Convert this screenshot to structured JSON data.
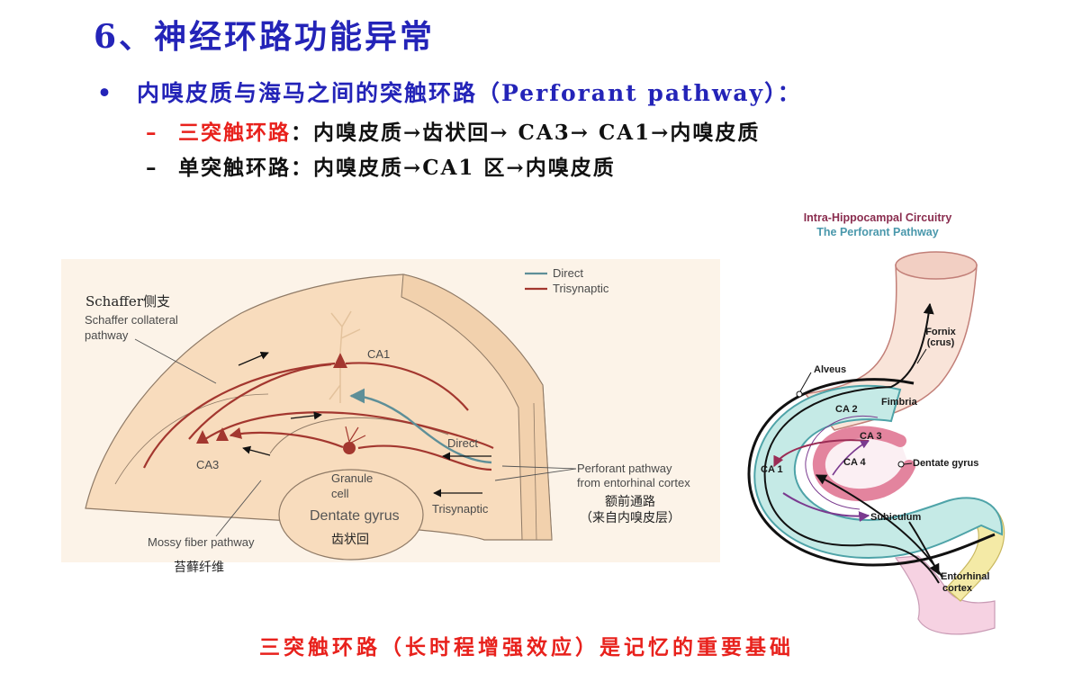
{
  "slide": {
    "title": "6、神经环路功能异常",
    "bullet": {
      "marker": "•",
      "text": "内嗅皮质与海马之间的突触环路（Perforant pathway）："
    },
    "sub_items": [
      {
        "marker": "–",
        "highlight": "三突触环路",
        "text": "：内嗅皮质→齿状回→ CA3→ CA1→内嗅皮质"
      },
      {
        "marker": "–",
        "text": "单突触环路：内嗅皮质→CA1 区→内嗅皮质"
      }
    ],
    "footer": "三突触环路（长时程增强效应）是记忆的重要基础"
  },
  "left_diagram": {
    "legend": [
      {
        "label": "Direct"
      },
      {
        "label": "Trisynaptic"
      }
    ],
    "labels": {
      "schaffer_cn": "Schaffer侧支",
      "schaffer_en_line1": "Schaffer collateral",
      "schaffer_en_line2": "pathway",
      "ca1": "CA1",
      "ca3": "CA3",
      "granule_line1": "Granule",
      "granule_line2": "cell",
      "dentate_gyrus": "Dentate gyrus",
      "dentate_gyrus_cn": "齿状回",
      "direct": "Direct",
      "trisynaptic": "Trisynaptic",
      "perforant_line1": "Perforant pathway",
      "perforant_line2": "from entorhinal cortex",
      "perforant_cn": "额前通路",
      "perforant_cn_note": "（来自内嗅皮层）",
      "mossy_fiber": "Mossy fiber pathway",
      "mossy_fiber_cn": "苔藓纤维"
    }
  },
  "right_diagram": {
    "title": "Intra-Hippocampal Circuitry",
    "subtitle": "The Perforant Pathway",
    "labels": {
      "fornix_line1": "Fornix",
      "fornix_line2": "(crus)",
      "alveus": "Alveus",
      "fimbria": "Fimbria",
      "ca2": "CA 2",
      "ca3": "CA 3",
      "ca4": "CA 4",
      "ca1": "CA 1",
      "dentate_gyrus": "Dentate gyrus",
      "subiculum": "Subiculum",
      "entorhinal_line1": "Entorhinal",
      "entorhinal_line2": "cortex"
    }
  },
  "colors": {
    "title": "#2424b8",
    "bullet": "#2424b8",
    "highlight": "#e8211c",
    "footer": "#e8211c",
    "trisynaptic": "#a3372f",
    "direct": "#5e8f98",
    "right_title": "#8a2d4f",
    "right_subtitle": "#4a98ac"
  }
}
